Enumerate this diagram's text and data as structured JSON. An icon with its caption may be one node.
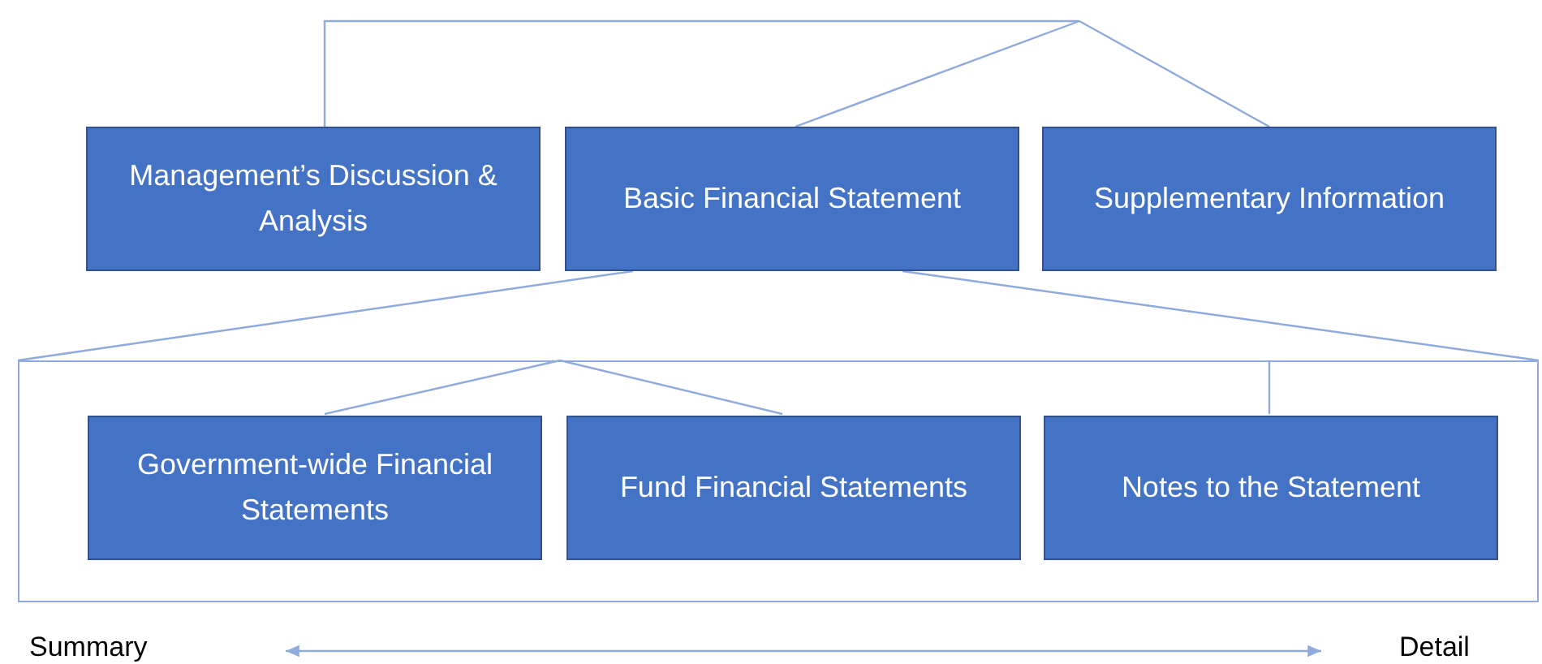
{
  "diagram": {
    "nodes": [
      {
        "text": [
          "Management’s Discussion & Analysis"
        ]
      },
      {
        "text": [
          "Basic Financial Statement"
        ]
      },
      {
        "text": [
          "Supplementary Information"
        ]
      },
      {
        "text": [],
        "shape": "box"
      },
      {
        "text": [
          "Government-wide Financial Statements"
        ],
        "in": 3
      },
      {
        "text": [
          "Fund Financial Statements"
        ],
        "in": 3
      },
      {
        "text": [
          "Notes to the Statement"
        ],
        "in": 3
      }
    ],
    "edges": [
      {
        "from": 1,
        "to": 3,
        "arrow": "none"
      },
      {
        "from": 1,
        "to": 3,
        "arrow": "none"
      },
      {
        "from": 3,
        "to": 4,
        "arrow": "none"
      },
      {
        "from": 3,
        "to": 5,
        "arrow": "none"
      },
      {
        "from": 3,
        "to": 6,
        "arrow": "none"
      }
    ],
    "labels": [
      "Summary",
      "Detail"
    ]
  }
}
